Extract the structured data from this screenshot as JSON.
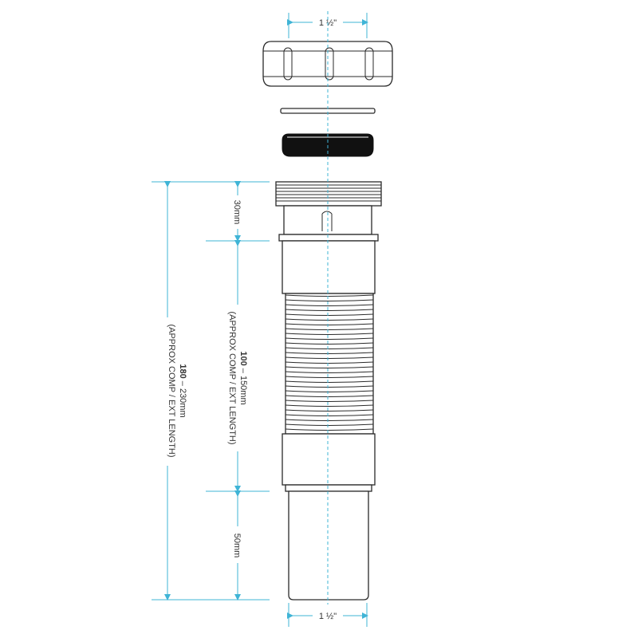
{
  "diagram": {
    "top_width_label": "1 ½\"",
    "bottom_width_label": "1 ½\"",
    "dim_30_label": "30mm",
    "dim_mid_value": "100",
    "dim_mid_range": " – 150mm",
    "dim_mid_note": "(APPROX COMP / EXT LENGTH)",
    "dim_50_label": "50mm",
    "dim_total_value": "180",
    "dim_total_range": " – 230mm",
    "dim_total_note": "(APPROX COMP / EXT LENGTH)"
  },
  "colors": {
    "dimension_line": "#3fb4d6",
    "outline": "#2a2a2a",
    "washer_fill": "#111111"
  }
}
